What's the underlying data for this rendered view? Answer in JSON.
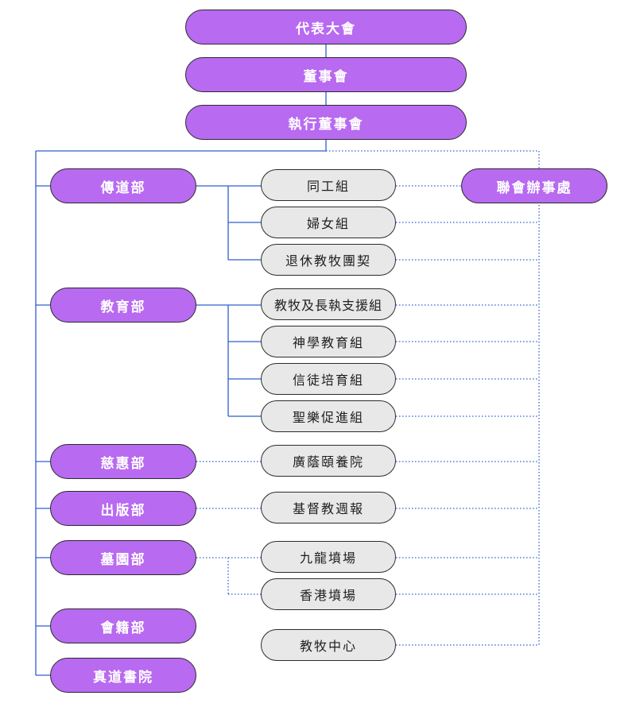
{
  "colors": {
    "main_fill": "#b86af0",
    "main_text": "#ffffff",
    "sub_fill": "#e8e8e8",
    "sub_text": "#1f1f1f",
    "solid_line": "#2f5fd0",
    "dotted_line": "#2f5fd0",
    "border": "#2b2b2b"
  },
  "top": {
    "assembly": "代表大會",
    "board": "董事會",
    "executive": "執行董事會"
  },
  "liaison_office": "聯會辦事處",
  "departments": {
    "evangelism": "傳道部",
    "education": "教育部",
    "charity": "慈惠部",
    "publishing": "出版部",
    "cemetery": "墓園部",
    "membership": "會籍部",
    "seminary": "真道書院"
  },
  "groups": {
    "staff": "同工組",
    "women": "婦女組",
    "retired": "退休教牧團契",
    "pastoral_support": "教牧及長執支援組",
    "theology": "神學教育組",
    "discipleship": "信徒培育組",
    "music": "聖樂促進組",
    "care_home": "廣蔭頤養院",
    "weekly": "基督教週報",
    "kowloon_cemetery": "九龍墳場",
    "hk_cemetery": "香港墳場",
    "pastoral_center": "教牧中心"
  }
}
